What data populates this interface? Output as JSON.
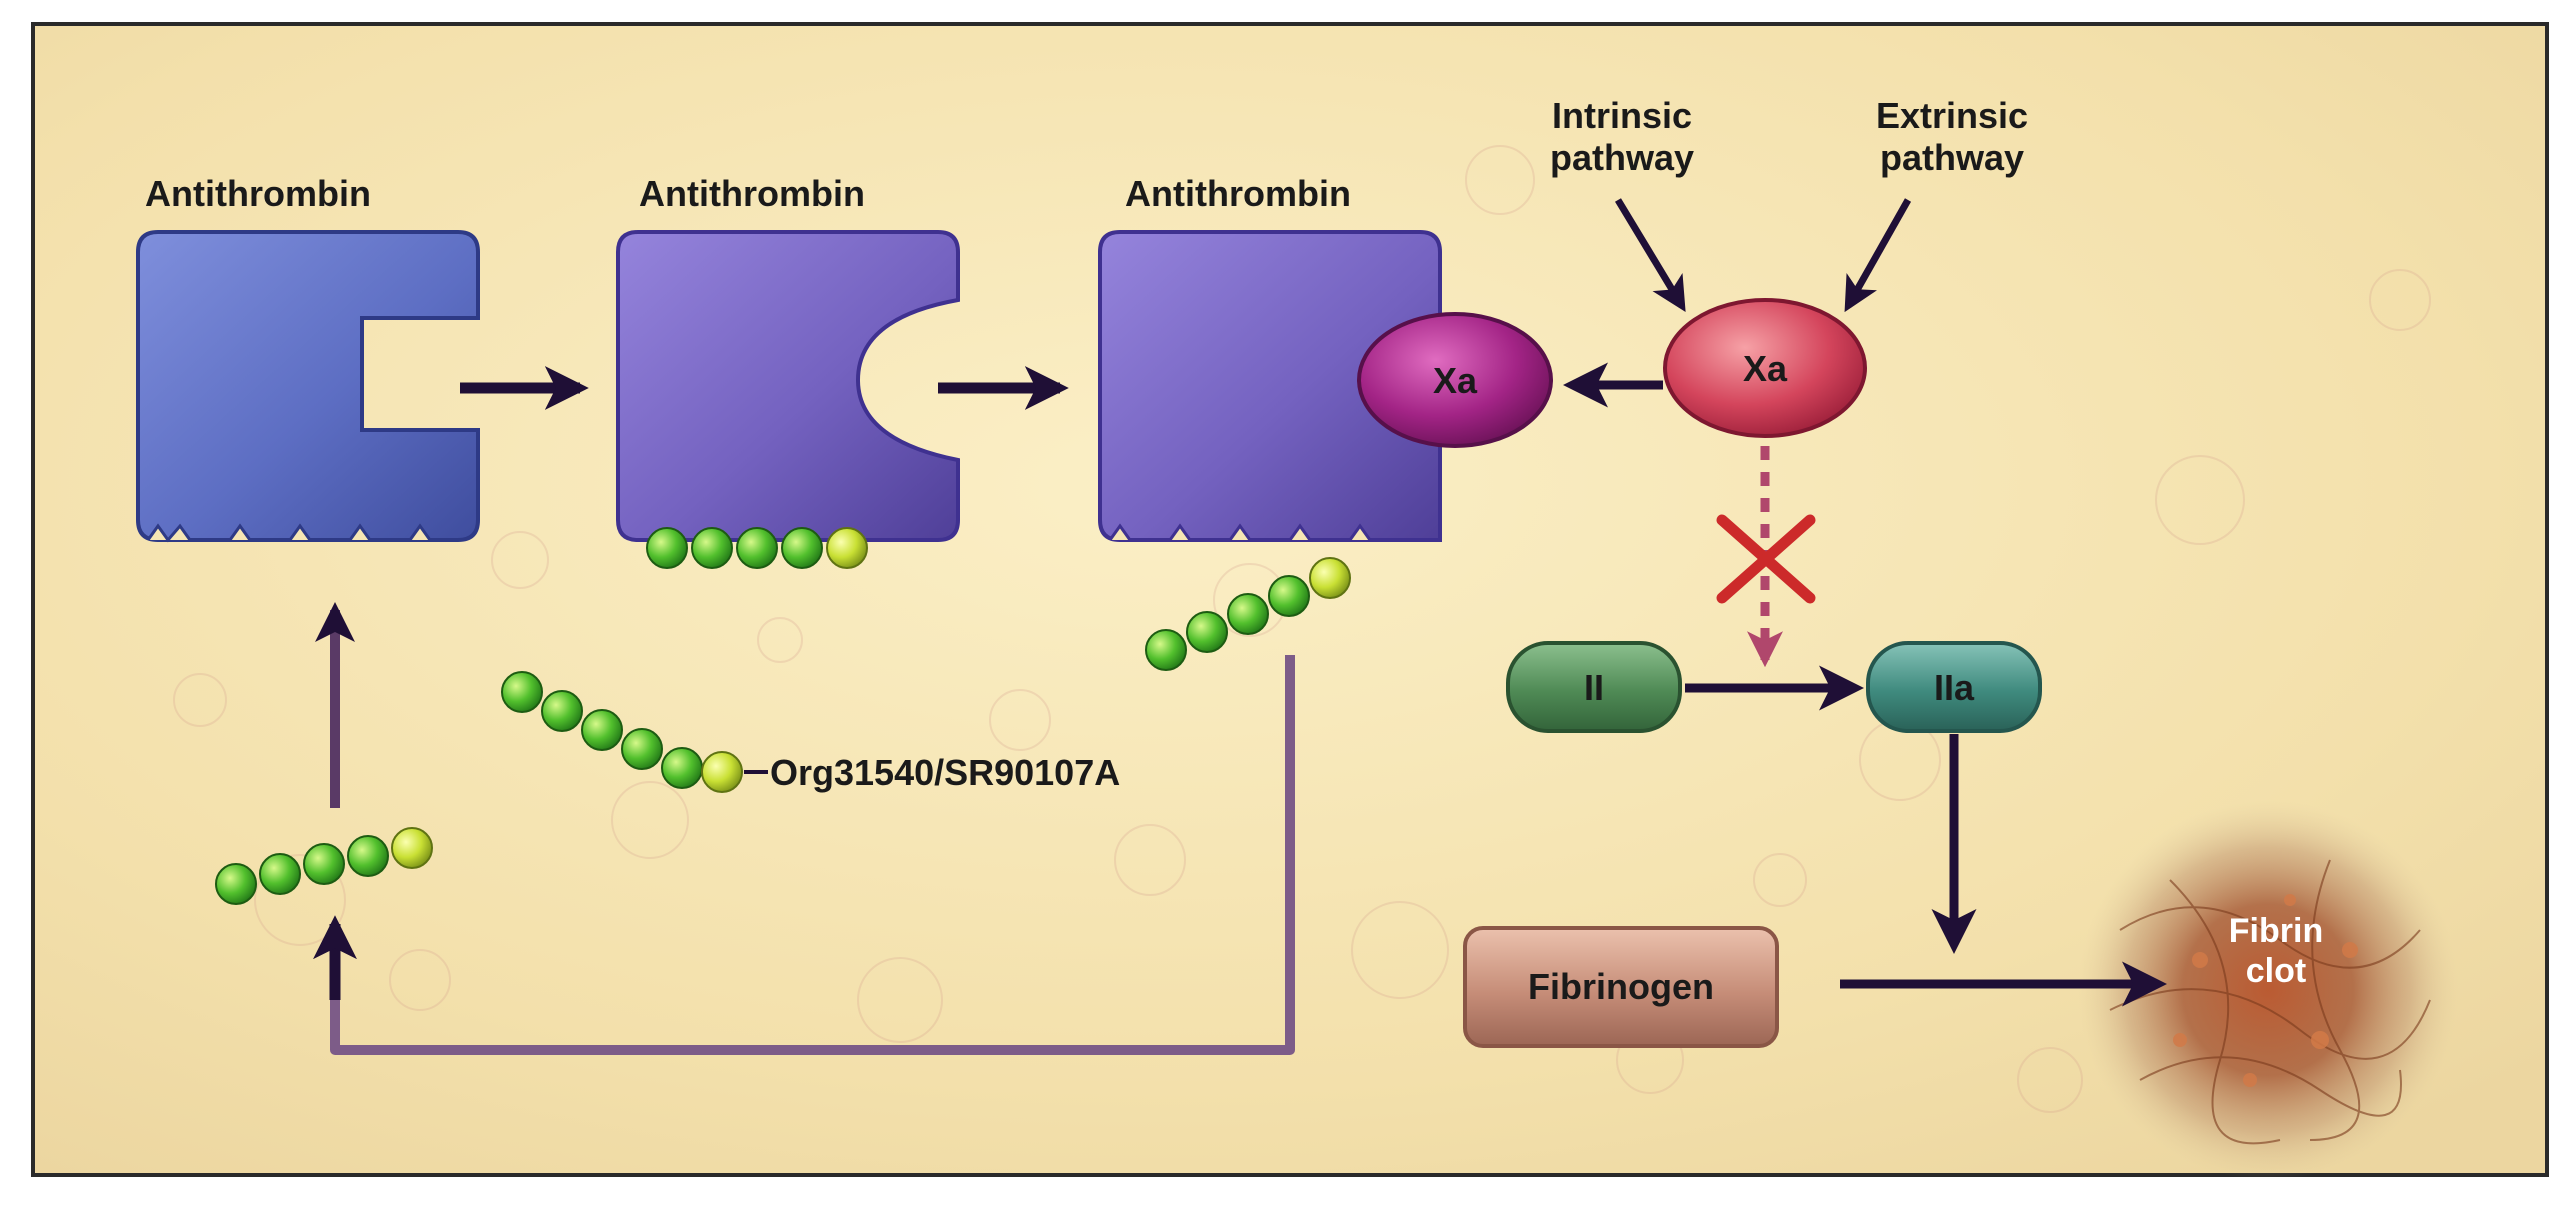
{
  "labels": {
    "antithrombin_1": "Antithrombin",
    "antithrombin_2": "Antithrombin",
    "antithrombin_3": "Antithrombin",
    "intrinsic_line1": "Intrinsic",
    "intrinsic_line2": "pathway",
    "extrinsic_line1": "Extrinsic",
    "extrinsic_line2": "pathway",
    "xa_bound": "Xa",
    "xa_free": "Xa",
    "factor_ii": "II",
    "factor_iia": "IIa",
    "fibrinogen": "Fibrinogen",
    "fibrin_line1": "Fibrin",
    "fibrin_line2": "clot",
    "pentasaccharide": "Org31540/SR90107A"
  },
  "colors": {
    "background": "#f6e6b4",
    "frame": "#2a2a2a",
    "antithrombin": "#5f6fc2",
    "antithrombin_active": "#7a66c2",
    "xa_bound": "#9e1f7e",
    "xa_free": "#d2405a",
    "factor_ii": "#4f8a55",
    "factor_iia": "#3f8a7e",
    "fibrinogen": "#c58d79",
    "pentasaccharide": "#57c22a",
    "arrow": "#1f0f36",
    "recycle_line": "#7d5c88",
    "inhibition_x": "#cc2a2a"
  }
}
